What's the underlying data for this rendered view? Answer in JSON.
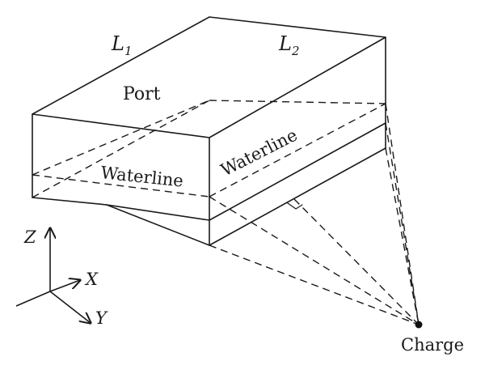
{
  "labels": {
    "l1": "L",
    "l1_sub": "1",
    "l2": "L",
    "l2_sub": "2",
    "port": "Port",
    "waterline_front": "Waterline",
    "waterline_side": "Waterline",
    "charge": "Charge",
    "axis_z": "Z",
    "axis_x": "X",
    "axis_y": "Y"
  }
}
